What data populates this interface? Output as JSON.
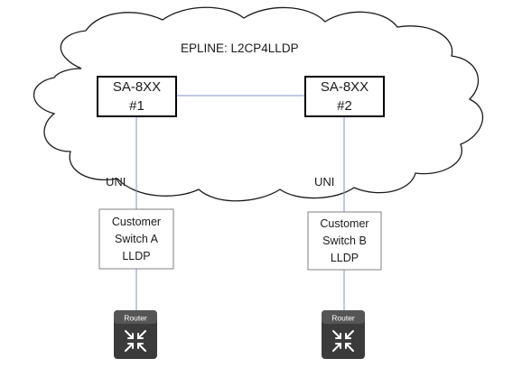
{
  "diagram": {
    "title": "EPLINE: L2CP4LLDP",
    "nodes": [
      {
        "line1": "SA-8XX",
        "line2": "#1"
      },
      {
        "line1": "SA-8XX",
        "line2": "#2"
      }
    ],
    "uni_labels": [
      "UNI",
      "UNI"
    ],
    "switches": [
      {
        "line1": "Customer",
        "line2": "Switch A",
        "line3": "LLDP"
      },
      {
        "line1": "Customer",
        "line2": "Switch B",
        "line3": "LLDP"
      }
    ],
    "routers": [
      {
        "label": "Router",
        "icon": "router-icon"
      },
      {
        "label": "Router",
        "icon": "router-icon"
      }
    ],
    "colors": {
      "link": "#7d93c6",
      "box_border": "#000000",
      "switch_border": "#808080",
      "cloud_stroke": "#1a1a1a",
      "router_body": "#3b3b3b"
    }
  }
}
